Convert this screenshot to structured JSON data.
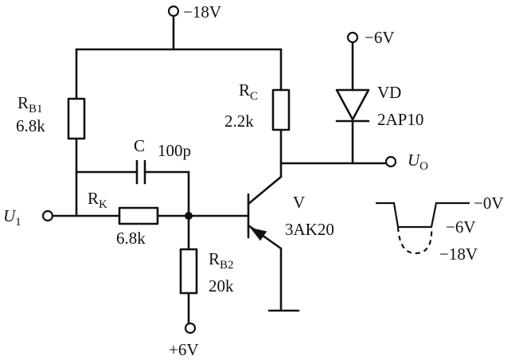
{
  "supply": {
    "top": "−18V",
    "diode": "−6V",
    "bottom": "+6V"
  },
  "components": {
    "rb1": {
      "name": "R",
      "sub": "B1",
      "value": "6.8k"
    },
    "rc": {
      "name": "R",
      "sub": "C",
      "value": "2.2k"
    },
    "c": {
      "name": "C",
      "value": "100p"
    },
    "rk": {
      "name": "R",
      "sub": "K",
      "value": "6.8k"
    },
    "rb2": {
      "name": "R",
      "sub": "B2",
      "value": "20k"
    },
    "vd": {
      "name": "VD",
      "value": "2AP10"
    },
    "v": {
      "name": "V",
      "value": "3AK20"
    }
  },
  "terminals": {
    "input": {
      "name": "U",
      "sub": "1"
    },
    "output": {
      "name": "U",
      "sub": "O"
    }
  },
  "waveform": {
    "level_top": "−0V",
    "level_mid": "−6V",
    "level_bottom": "−18V"
  }
}
